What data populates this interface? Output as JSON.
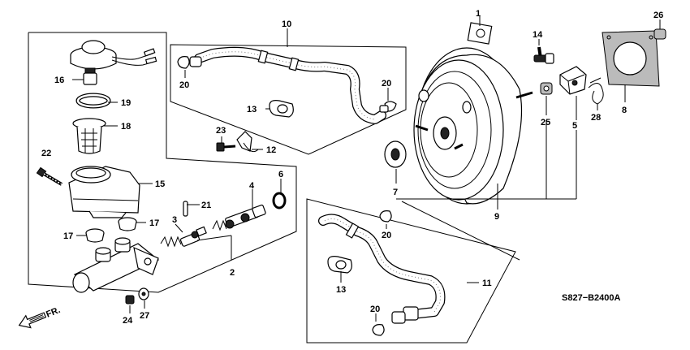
{
  "diagram_code": "S827−B2400A",
  "front_label": "FR.",
  "callouts": {
    "c1": "1",
    "c2": "2",
    "c3": "3",
    "c4": "4",
    "c5": "5",
    "c6": "6",
    "c7": "7",
    "c8": "8",
    "c9": "9",
    "c10": "10",
    "c11": "11",
    "c12": "12",
    "c13a": "13",
    "c13b": "13",
    "c14": "14",
    "c15": "15",
    "c16": "16",
    "c17a": "17",
    "c17b": "17",
    "c18": "18",
    "c19": "19",
    "c20a": "20",
    "c20b": "20",
    "c20c": "20",
    "c20d": "20",
    "c21": "21",
    "c22": "22",
    "c23": "23",
    "c24": "24",
    "c25": "25",
    "c26": "26",
    "c27": "27",
    "c28": "28"
  }
}
